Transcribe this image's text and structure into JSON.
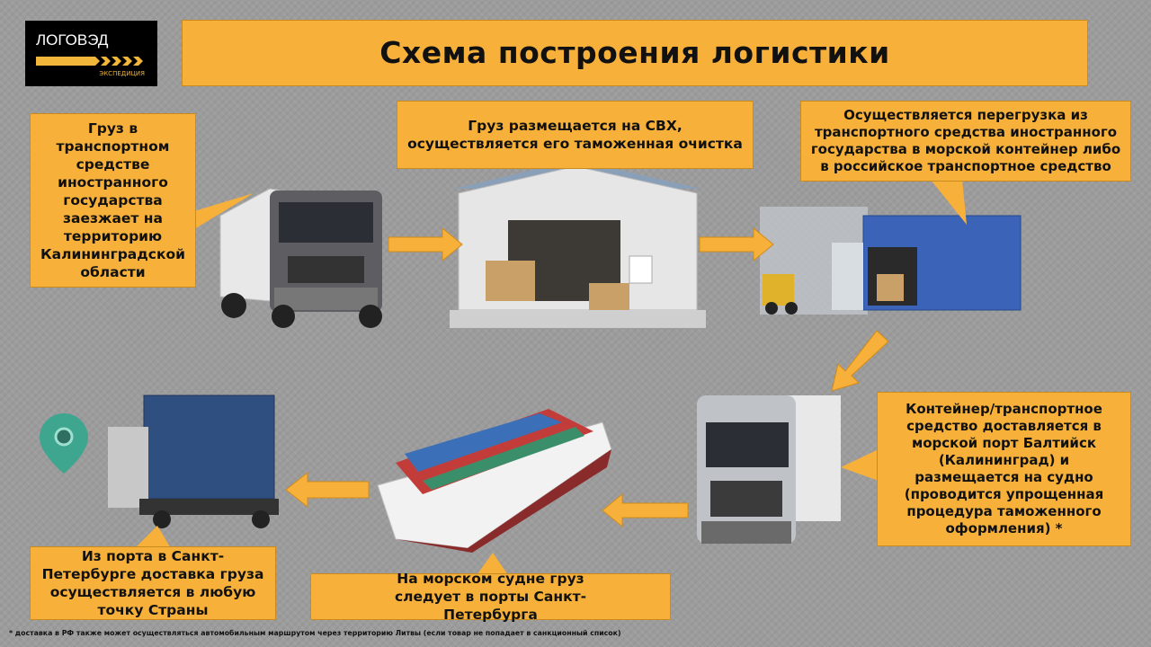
{
  "logo": {
    "name": "ЛОГОВЭД",
    "sub": "ЭКСПЕДИЦИЯ"
  },
  "title": "Схема построения логистики",
  "steps": [
    "Груз в транспортном средстве иностранного государства заезжает на территорию Калининградской области",
    "Груз размещается на СВХ, осуществляется его таможенная очистка",
    "Осуществляется перегрузка из транспортного средства иностранного государства в морской контейнер либо в российское транспортное средство",
    "Контейнер/транспортное средство доставляется в морской порт Балтийск (Калининград) и размещается на судно (проводится упрощенная процедура таможенного оформления) *",
    "На морском судне груз следует в порты Санкт-Петербурга",
    "Из порта в Санкт-Петербурге доставка груза осуществляется в любую точку Страны"
  ],
  "footnote": "* доставка в РФ также может осуществляться автомобильным маршрутом через территорию Литвы (если товар не попадает в санкционный список)",
  "colors": {
    "accent": "#f7b13a",
    "background": "#9c9c9c"
  }
}
